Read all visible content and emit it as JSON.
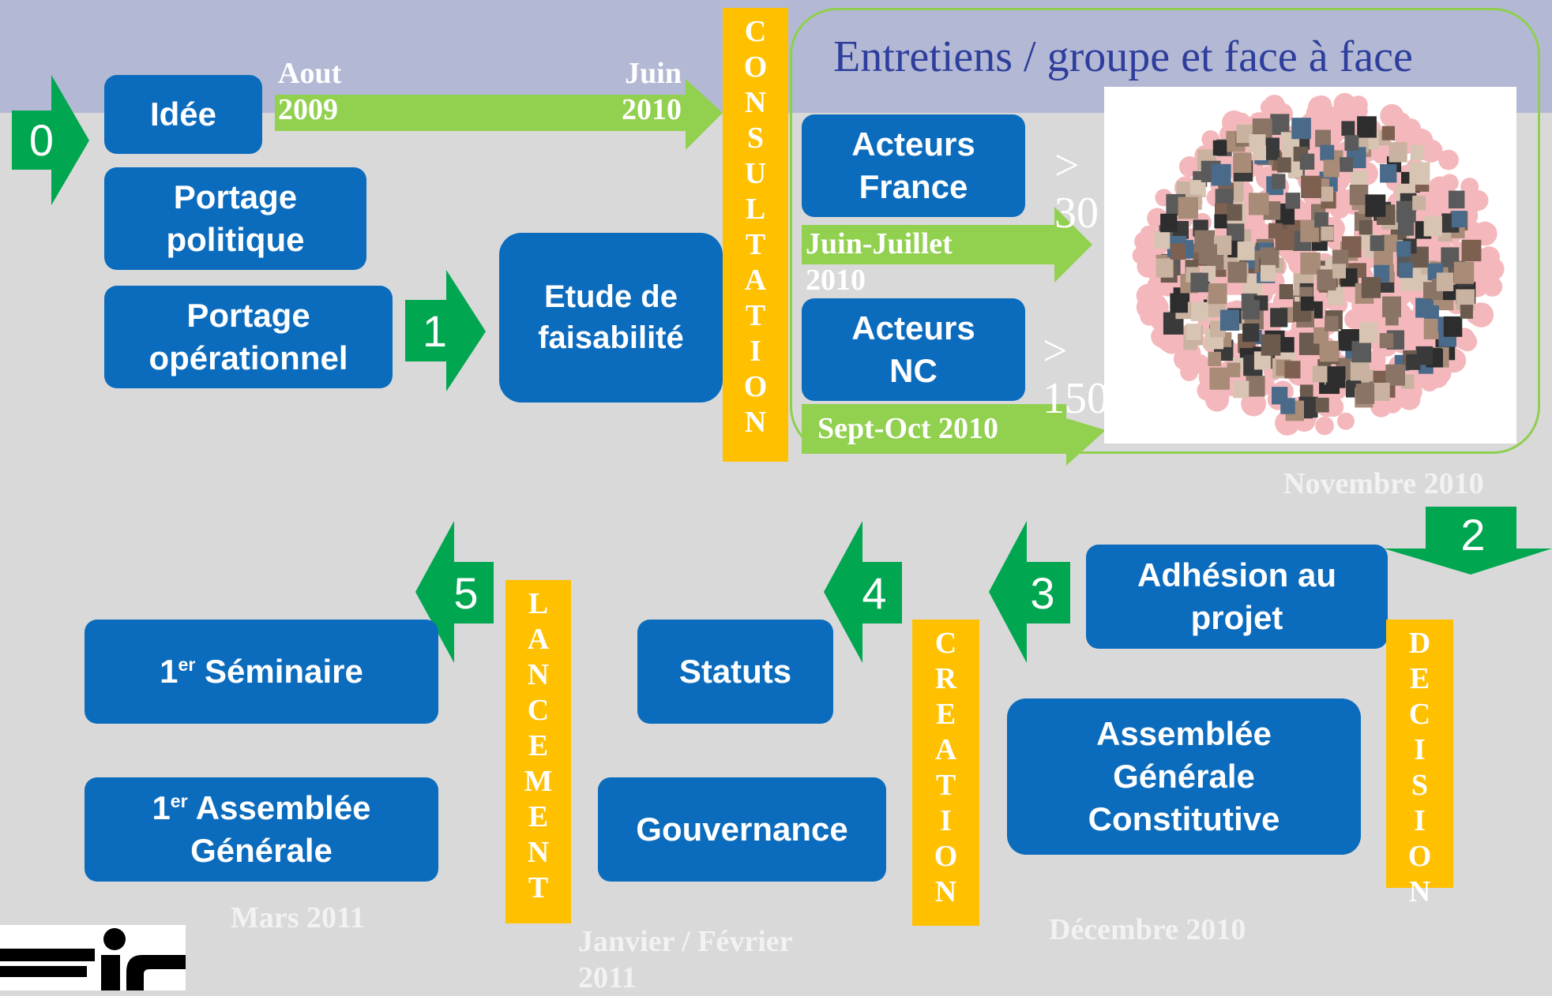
{
  "title": "Entretiens / groupe et face à face",
  "steps": {
    "s0": "0",
    "s1": "1",
    "s2": "2",
    "s3": "3",
    "s4": "4",
    "s5": "5"
  },
  "boxes": {
    "idee": "Idée",
    "portage_politique": "Portage\npolitique",
    "portage_operationnel": "Portage\nopérationnel",
    "etude": "Etude de\nfaisabilité",
    "acteurs_france": "Acteurs\nFrance",
    "acteurs_nc": "Acteurs\nNC",
    "adhesion": "Adhésion au\nprojet",
    "assemblee_constitutive": "Assemblée\nGénérale\nConstitutive",
    "statuts": "Statuts",
    "gouvernance": "Gouvernance",
    "seminaire_sup": "er",
    "seminaire_prefix": "1",
    "seminaire_rest": " Séminaire",
    "ag_prefix": "1",
    "ag_sup": "er",
    "ag_rest": " Assemblée",
    "ag_line2": "Générale"
  },
  "arrow_labels": {
    "aout": "Aout\n2009",
    "juin": "Juin\n2010",
    "juin_juillet": "Juin-Juillet\n2010",
    "sept_oct": "Sept-Oct 2010"
  },
  "counts": {
    "france": ">\n30",
    "nc": ">\n150"
  },
  "dates": {
    "novembre": "Novembre 2010",
    "decembre": "Décembre 2010",
    "janvier": "Janvier / Février\n2011",
    "mars": "Mars 2011"
  },
  "vertical_labels": {
    "consultation": [
      "C",
      "O",
      "N",
      "S",
      "U",
      "L",
      "T",
      "A",
      "T",
      "I",
      "O",
      "N"
    ],
    "decision": [
      "D",
      "E",
      "C",
      "I",
      "S",
      "I",
      "O",
      "N"
    ],
    "creation": [
      "C",
      "R",
      "E",
      "A",
      "T",
      "I",
      "O",
      "N"
    ],
    "lancement": [
      "L",
      "A",
      "N",
      "C",
      "E",
      "M",
      "E",
      "N",
      "T"
    ]
  },
  "colors": {
    "box": "#0b6cbd",
    "step_arrow": "#00a650",
    "timeline_arrow": "#92d050",
    "bar": "#ffc000",
    "band": "#b3b9d4",
    "background": "#d9d9d9"
  }
}
